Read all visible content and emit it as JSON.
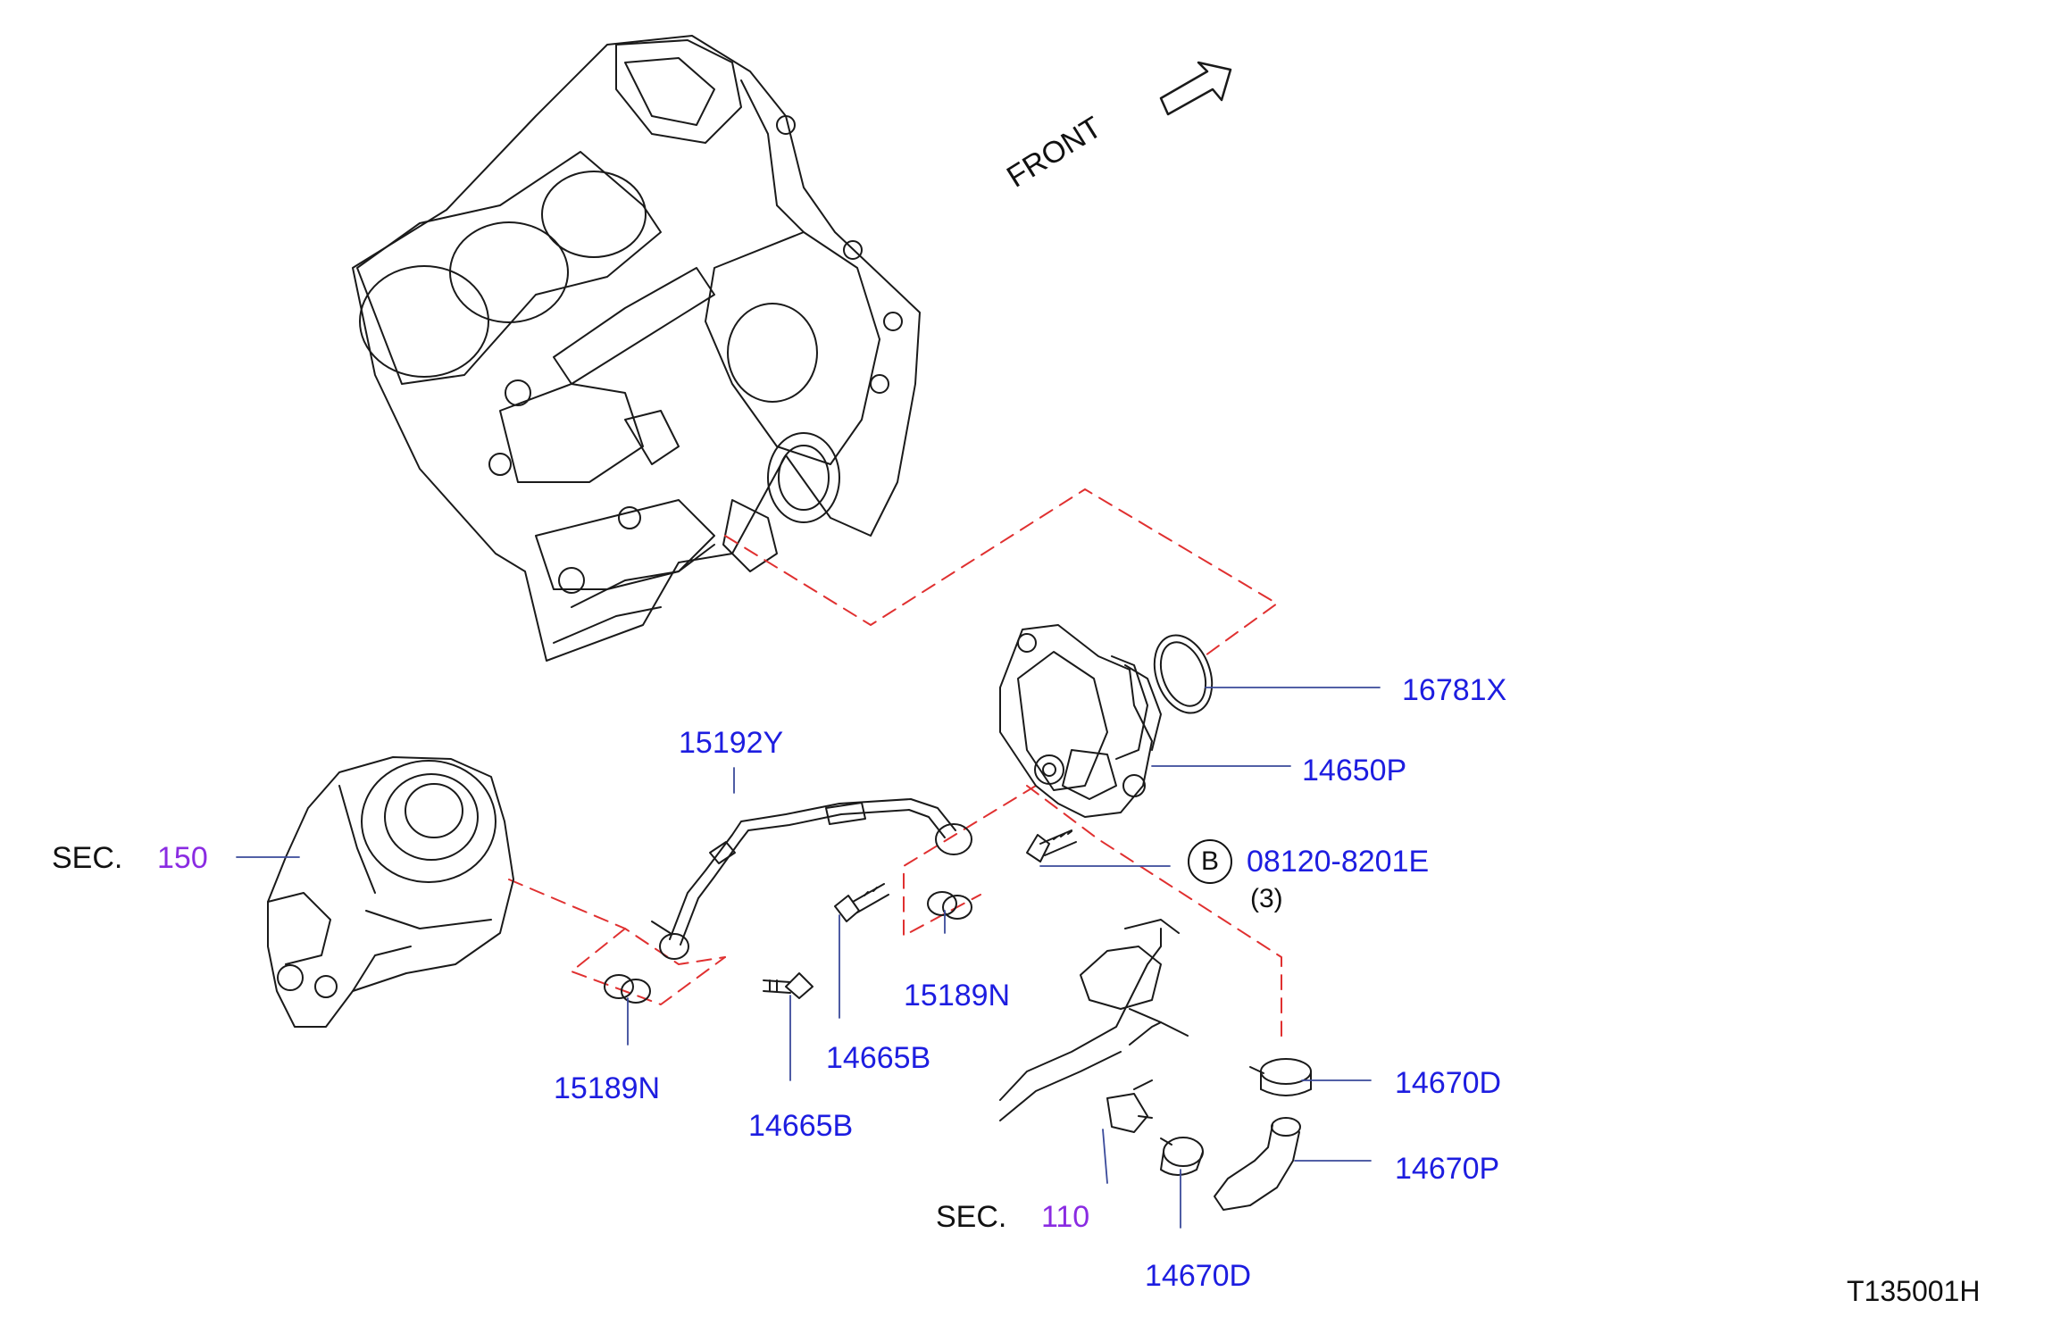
{
  "diagram": {
    "front_label": "FRONT",
    "figure_code": "T135001H",
    "sections": [
      {
        "prefix": "SEC.",
        "number": "150"
      },
      {
        "prefix": "SEC.",
        "number": "110"
      }
    ],
    "parts": {
      "gasket": "16781X",
      "housing": "14650P",
      "bolt_b": "08120-8201E",
      "bolt_b_symbol": "B",
      "bolt_b_qty": "(3)",
      "pipe": "15192Y",
      "washer_upper": "15189N",
      "washer_lower": "15189N",
      "eyebolt_upper": "14665B",
      "eyebolt_lower": "14665B",
      "clamp_upper": "14670D",
      "hose": "14670P",
      "clamp_lower": "14670D"
    },
    "colors": {
      "part_number": "#1d1de0",
      "section_number": "#8a2be2",
      "phantom_line": "#e03030"
    }
  }
}
